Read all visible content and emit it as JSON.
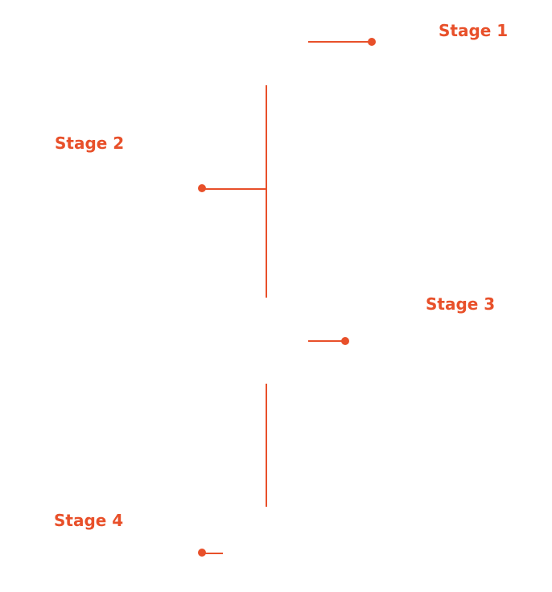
{
  "accent_color": "#e8502a",
  "stages": [
    {
      "label": "Stage 1"
    },
    {
      "label": "Stage 2"
    },
    {
      "label": "Stage 3"
    },
    {
      "label": "Stage 4"
    }
  ]
}
